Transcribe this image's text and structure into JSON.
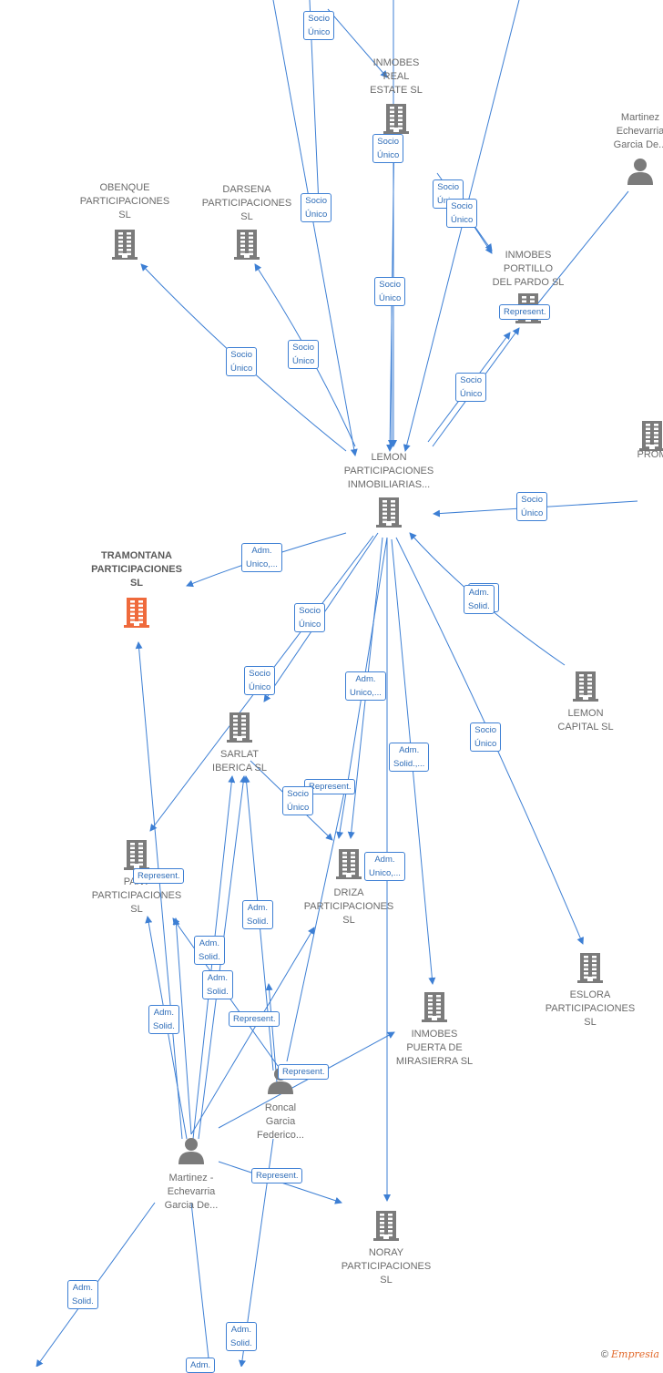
{
  "colors": {
    "edge": "#3d7fd4",
    "company": "#7b7b7b",
    "highlight": "#ef6a3c",
    "person": "#7b7b7b"
  },
  "nodes": [
    {
      "id": "inmobes_real",
      "label": "INMOBES\nREAL\nESTATE  SL",
      "kind": "company"
    },
    {
      "id": "martinez_top",
      "label": "Martinez\nEchevarria\nGarcia De...",
      "kind": "person"
    },
    {
      "id": "obenque",
      "label": "OBENQUE\nPARTICIPACIONES\nSL",
      "kind": "company"
    },
    {
      "id": "darsena",
      "label": "DARSENA\nPARTICIPACIONES\nSL",
      "kind": "company"
    },
    {
      "id": "inmobes_portillo",
      "label": "INMOBES\nPORTILLO\nDEL PARDO  SL",
      "kind": "company"
    },
    {
      "id": "prom",
      "label": "L\nPROM",
      "kind": "company"
    },
    {
      "id": "lemon",
      "label": "LEMON\nPARTICIPACIONES\nINMOBILIARIAS...",
      "kind": "company"
    },
    {
      "id": "tramontana",
      "label": "TRAMONTANA\nPARTICIPACIONES\nSL",
      "kind": "highlight"
    },
    {
      "id": "lemon_capital",
      "label": "LEMON\nCAPITAL SL",
      "kind": "company"
    },
    {
      "id": "sarlat",
      "label": "SARLAT\nIBERICA  SL",
      "kind": "company"
    },
    {
      "id": "pant",
      "label": "PANT\nPARTICIPACIONES\nSL",
      "kind": "company"
    },
    {
      "id": "driza",
      "label": "DRIZA\nPARTICIPACIONES\nSL",
      "kind": "company"
    },
    {
      "id": "eslora",
      "label": "ESLORA\nPARTICIPACIONES\nSL",
      "kind": "company"
    },
    {
      "id": "inmobes_puerta",
      "label": "INMOBES\nPUERTA DE\nMIRASIERRA  SL",
      "kind": "company"
    },
    {
      "id": "roncal",
      "label": "Roncal\nGarcia\nFederico...",
      "kind": "person"
    },
    {
      "id": "martinez_bottom",
      "label": "Martinez -\nEchevarria\nGarcia De...",
      "kind": "person"
    },
    {
      "id": "noray",
      "label": "NORAY\nPARTICIPACIONES\nSL",
      "kind": "company"
    }
  ],
  "edge_labels": [
    "Socio\nÚnico",
    "Socio\nÚnico",
    "Socio\nÚnico",
    "Socio\nÚnico",
    "Socio\nÚnico",
    "Socio\nÚnico",
    "Socio\nÚnico",
    "Socio\nÚnico",
    "Socio\nÚnico",
    "Represent.",
    "Socio\nÚnico",
    "Adm.\nSolid.",
    "Adm.\nUnico,...",
    "Adm.\nSolid.",
    "Socio\nÚnico",
    "Socio\nÚnico",
    "Adm.\nUnico,...",
    "Adm.\nSolid.,...",
    "Socio\nÚnico",
    "Represent.",
    "Socio\nÚnico",
    "Represent.",
    "Adm.\nUnico,...",
    "Adm.\nSolid.",
    "Adm.\nSolid.",
    "Adm.\nSolid.",
    "Adm.\nSolid.",
    "Represent.",
    "Represent.",
    "Represent.",
    "Adm.\nSolid.",
    "Adm.\nSolid.",
    "Adm."
  ],
  "brand": {
    "symbol": "©",
    "name": "mpresia",
    "initial": "E"
  }
}
